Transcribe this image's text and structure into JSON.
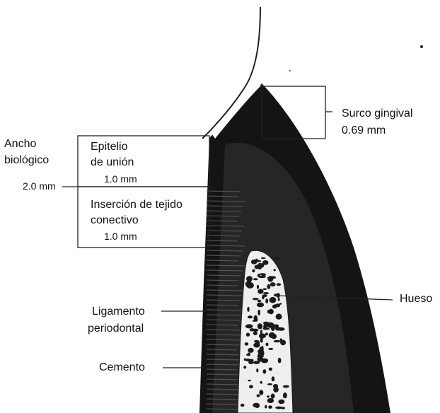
{
  "labels": {
    "ancho_line1": "Ancho",
    "ancho_line2": "biológico",
    "ancho_value": "2.0 mm",
    "epitelio_line1": "Epitelio",
    "epitelio_line2": "de unión",
    "epitelio_value": "1.0 mm",
    "insercion_line1": "Inserción de tejido",
    "insercion_line2": "conectivo",
    "insercion_value": "1.0 mm",
    "surco_line1": "Surco gingival",
    "surco_value": "0.69 mm",
    "hueso": "Hueso",
    "ligamento_line1": "Ligamento",
    "ligamento_line2": "periodontal",
    "cemento": "Cemento"
  },
  "colors": {
    "tissue": "#141414",
    "tissue_mid": "#262626",
    "bone_light": "#eeeeee",
    "bone_dot": "#1a1a1a",
    "line": "#222222"
  }
}
